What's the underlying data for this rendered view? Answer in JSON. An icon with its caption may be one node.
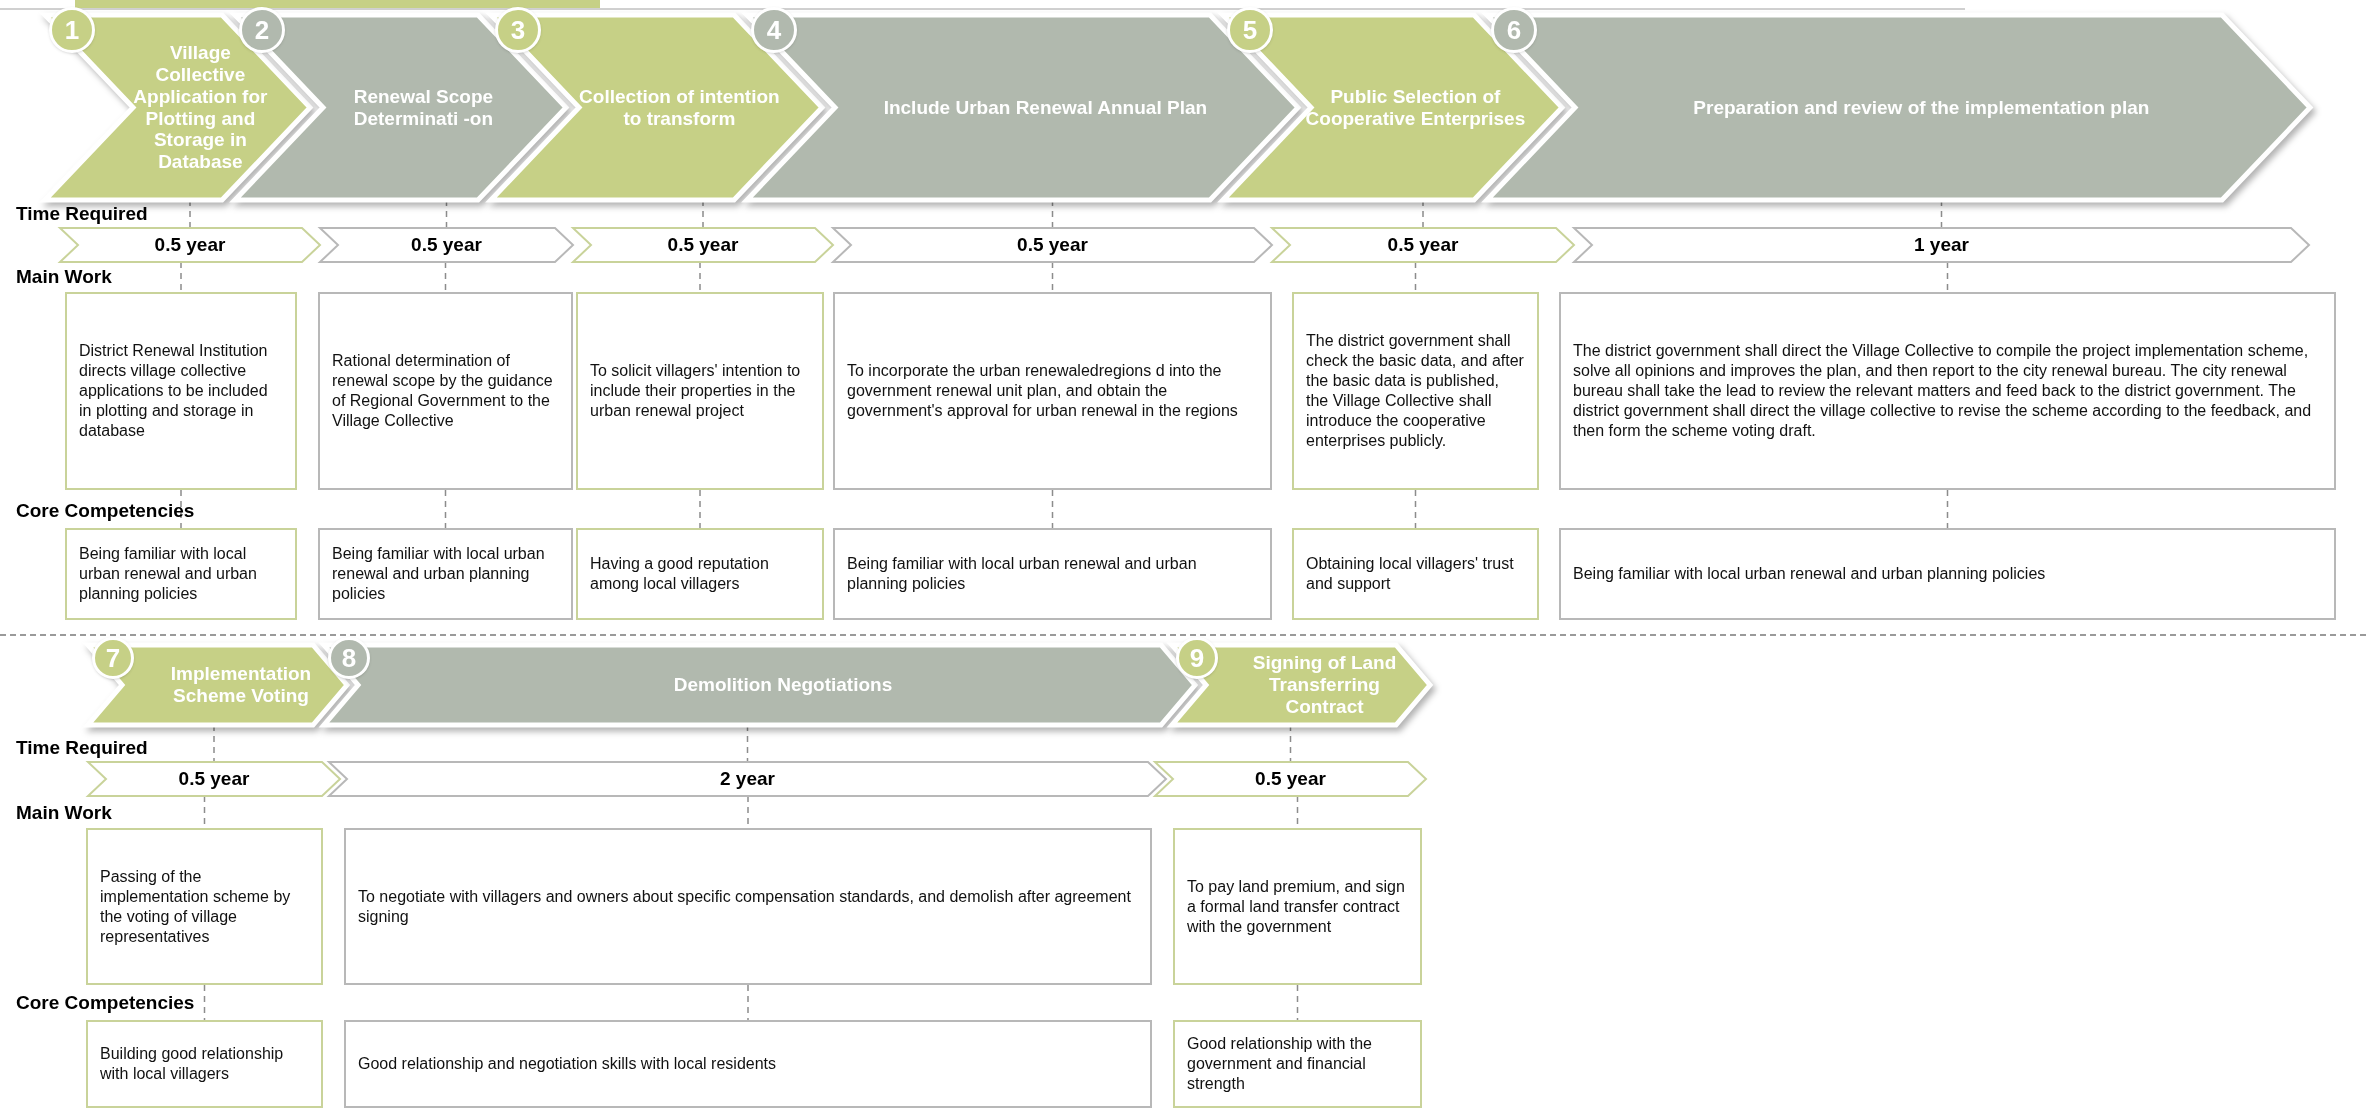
{
  "diagram": {
    "nodes": [
      {
        "text": [
          "1"
        ]
      },
      {
        "text": [
          "Village Collective Application for Plotting and Storage in Database"
        ]
      },
      {
        "text": [
          "0.5 year"
        ]
      },
      {
        "text": [
          "District Renewal Institution directs village collective applications to be included in plotting and storage in database"
        ]
      },
      {
        "text": [
          "Being familiar with local urban renewal and urban planning policies"
        ]
      },
      {
        "text": [
          "2"
        ]
      },
      {
        "text": [
          "Renewal Scope Determinati -on"
        ]
      },
      {
        "text": [
          "0.5 year"
        ]
      },
      {
        "text": [
          "Rational determination of renewal scope by the guidance of Regional Government to the Village Collective"
        ]
      },
      {
        "text": [
          "Being familiar with local urban renewal and urban planning policies"
        ]
      },
      {
        "text": [
          "3"
        ]
      },
      {
        "text": [
          "Collection of intention to transform"
        ]
      },
      {
        "text": [
          "0.5 year"
        ]
      },
      {
        "text": [
          "To solicit  villagers' intention to include their properties in the urban renewal project"
        ]
      },
      {
        "text": [
          "Having a good reputation among local villagers"
        ]
      },
      {
        "text": [
          "4"
        ]
      },
      {
        "text": [
          "Include Urban Renewal Annual Plan"
        ]
      },
      {
        "text": [
          "0.5 year"
        ]
      },
      {
        "text": [
          "To incorporate the urban renewaledregions  d into the government renewal unit plan, and obtain the government's  approval for urban renewal in the regions"
        ]
      },
      {
        "text": [
          "Being familiar with local urban renewal and urban planning policies"
        ]
      },
      {
        "text": [
          "5"
        ]
      },
      {
        "text": [
          "Public Selection of Cooperative Enterprises"
        ]
      },
      {
        "text": [
          "0.5 year"
        ]
      },
      {
        "text": [
          "The district government shall check the basic data, and after the basic data is published, the Village Collective shall introduce the cooperative enterprises publicly."
        ]
      },
      {
        "text": [
          "Obtaining local villagers' trust and support"
        ]
      },
      {
        "text": [
          "6"
        ]
      },
      {
        "text": [
          "Preparation and review of the implementation plan"
        ]
      },
      {
        "text": [
          "1 year"
        ]
      },
      {
        "text": [
          "The district government shall direct the Village Collective to compile the project implementation scheme, solve all opinions and improves the plan, and then report to the city renewal bureau. The city renewal bureau shall take the lead to review the relevant matters and feed back to the district government. The district government shall direct the village collective to revise the scheme according to the feedback, and then form the scheme voting draft."
        ]
      },
      {
        "text": [
          "Being familiar with local urban renewal and urban planning policies"
        ]
      },
      {
        "text": [
          "7"
        ]
      },
      {
        "text": [
          "Implementation Scheme Voting"
        ]
      },
      {
        "text": [
          "0.5 year"
        ]
      },
      {
        "text": [
          "Passing of the implementation scheme by the voting of village representatives"
        ]
      },
      {
        "text": [
          "Building good relationship with local villagers"
        ]
      },
      {
        "text": [
          "8"
        ]
      },
      {
        "text": [
          "Demolition Negotiations"
        ]
      },
      {
        "text": [
          "2 year"
        ]
      },
      {
        "text": [
          "To negotiate with villagers and owners about specific compensation standards, and demolish after agreement signing"
        ]
      },
      {
        "text": [
          "Good relationship and negotiation skills with local residents"
        ]
      },
      {
        "text": [
          "9"
        ]
      },
      {
        "text": [
          "Signing of Land Transferring Contract"
        ]
      },
      {
        "text": [
          "0.5 year"
        ]
      },
      {
        "text": [
          "To pay land premium, and sign a formal land transfer contract with the government"
        ]
      },
      {
        "text": [
          "Good relationship with the government and financial strength"
        ]
      }
    ],
    "edges": [
      {
        "from": 1,
        "to": 2,
        "arrow": "none",
        "style": "dashed"
      },
      {
        "from": 2,
        "to": 3,
        "arrow": "none",
        "style": "dashed"
      },
      {
        "from": 3,
        "to": 4,
        "arrow": "none",
        "style": "dashed"
      },
      {
        "from": 6,
        "to": 7,
        "arrow": "none",
        "style": "dashed"
      },
      {
        "from": 7,
        "to": 8,
        "arrow": "none",
        "style": "dashed"
      },
      {
        "from": 8,
        "to": 9,
        "arrow": "none",
        "style": "dashed"
      },
      {
        "from": 11,
        "to": 12,
        "arrow": "none",
        "style": "dashed"
      },
      {
        "from": 12,
        "to": 13,
        "arrow": "none",
        "style": "dashed"
      },
      {
        "from": 13,
        "to": 14,
        "arrow": "none",
        "style": "dashed"
      },
      {
        "from": 16,
        "to": 17,
        "arrow": "none",
        "style": "dashed"
      },
      {
        "from": 17,
        "to": 18,
        "arrow": "none",
        "style": "dashed"
      },
      {
        "from": 18,
        "to": 19,
        "arrow": "none",
        "style": "dashed"
      },
      {
        "from": 21,
        "to": 22,
        "arrow": "none",
        "style": "dashed"
      },
      {
        "from": 22,
        "to": 23,
        "arrow": "none",
        "style": "dashed"
      },
      {
        "from": 23,
        "to": 24,
        "arrow": "none",
        "style": "dashed"
      },
      {
        "from": 26,
        "to": 27,
        "arrow": "none",
        "style": "dashed"
      },
      {
        "from": 27,
        "to": 28,
        "arrow": "none",
        "style": "dashed"
      },
      {
        "from": 28,
        "to": 29,
        "arrow": "none",
        "style": "dashed"
      },
      {
        "from": 31,
        "to": 32,
        "arrow": "none",
        "style": "dashed"
      },
      {
        "from": 32,
        "to": 33,
        "arrow": "none",
        "style": "dashed"
      },
      {
        "from": 33,
        "to": 34,
        "arrow": "none",
        "style": "dashed"
      },
      {
        "from": 36,
        "to": 37,
        "arrow": "none",
        "style": "dashed"
      },
      {
        "from": 37,
        "to": 38,
        "arrow": "none",
        "style": "dashed"
      },
      {
        "from": 38,
        "to": 39,
        "arrow": "none",
        "style": "dashed"
      },
      {
        "from": 41,
        "to": 42,
        "arrow": "none",
        "style": "dashed"
      },
      {
        "from": 42,
        "to": 43,
        "arrow": "none",
        "style": "dashed"
      },
      {
        "from": 43,
        "to": 44,
        "arrow": "none",
        "style": "dashed"
      }
    ],
    "labels": [
      "Time Required",
      "Main Work",
      "Core Competencies",
      "Time Required",
      "Main Work",
      "Core Competencies"
    ]
  }
}
